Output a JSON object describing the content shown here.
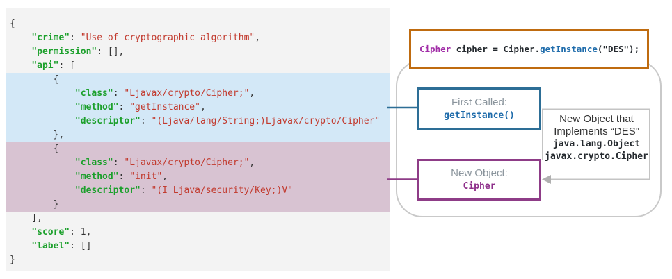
{
  "colors": {
    "panel_bg": "#f3f3f3",
    "highlight_blue": "#d3e8f7",
    "highlight_pink": "#d8c3d2",
    "json_key_green": "#1ca02c",
    "json_string_red": "#c23b2f",
    "snippet_border_orange": "#bf6b0f",
    "first_called_border_blue": "#2d6e96",
    "new_object_border_purple": "#8e3c87",
    "container_border_gray": "#c9c9c9"
  },
  "json_panel": {
    "lines": [
      {
        "hl": null,
        "tokens": [
          {
            "c": "p",
            "t": "{"
          }
        ]
      },
      {
        "hl": null,
        "tokens": [
          {
            "c": "p",
            "t": "    "
          },
          {
            "c": "k",
            "t": "\"crime\""
          },
          {
            "c": "p",
            "t": ": "
          },
          {
            "c": "s",
            "t": "\"Use of cryptographic algorithm\""
          },
          {
            "c": "p",
            "t": ","
          }
        ]
      },
      {
        "hl": null,
        "tokens": [
          {
            "c": "p",
            "t": "    "
          },
          {
            "c": "k",
            "t": "\"permission\""
          },
          {
            "c": "p",
            "t": ": [],"
          }
        ]
      },
      {
        "hl": null,
        "tokens": [
          {
            "c": "p",
            "t": "    "
          },
          {
            "c": "k",
            "t": "\"api\""
          },
          {
            "c": "p",
            "t": ": ["
          }
        ]
      },
      {
        "hl": "blue",
        "tokens": [
          {
            "c": "p",
            "t": "        {"
          }
        ]
      },
      {
        "hl": "blue",
        "tokens": [
          {
            "c": "p",
            "t": "            "
          },
          {
            "c": "k",
            "t": "\"class\""
          },
          {
            "c": "p",
            "t": ": "
          },
          {
            "c": "s",
            "t": "\"Ljavax/crypto/Cipher;\""
          },
          {
            "c": "p",
            "t": ","
          }
        ]
      },
      {
        "hl": "blue",
        "tokens": [
          {
            "c": "p",
            "t": "            "
          },
          {
            "c": "k",
            "t": "\"method\""
          },
          {
            "c": "p",
            "t": ": "
          },
          {
            "c": "s",
            "t": "\"getInstance\""
          },
          {
            "c": "p",
            "t": ","
          }
        ]
      },
      {
        "hl": "blue",
        "tokens": [
          {
            "c": "p",
            "t": "            "
          },
          {
            "c": "k",
            "t": "\"descriptor\""
          },
          {
            "c": "p",
            "t": ": "
          },
          {
            "c": "s",
            "t": "\"(Ljava/lang/String;)Ljavax/crypto/Cipher\""
          }
        ]
      },
      {
        "hl": "blue",
        "tokens": [
          {
            "c": "p",
            "t": "        },"
          }
        ]
      },
      {
        "hl": "pink",
        "tokens": [
          {
            "c": "p",
            "t": "        {"
          }
        ]
      },
      {
        "hl": "pink",
        "tokens": [
          {
            "c": "p",
            "t": "            "
          },
          {
            "c": "k",
            "t": "\"class\""
          },
          {
            "c": "p",
            "t": ": "
          },
          {
            "c": "s",
            "t": "\"Ljavax/crypto/Cipher;\""
          },
          {
            "c": "p",
            "t": ","
          }
        ]
      },
      {
        "hl": "pink",
        "tokens": [
          {
            "c": "p",
            "t": "            "
          },
          {
            "c": "k",
            "t": "\"method\""
          },
          {
            "c": "p",
            "t": ": "
          },
          {
            "c": "s",
            "t": "\"init\""
          },
          {
            "c": "p",
            "t": ","
          }
        ]
      },
      {
        "hl": "pink",
        "tokens": [
          {
            "c": "p",
            "t": "            "
          },
          {
            "c": "k",
            "t": "\"descriptor\""
          },
          {
            "c": "p",
            "t": ": "
          },
          {
            "c": "s",
            "t": "\"(I Ljava/security/Key;)V\""
          }
        ]
      },
      {
        "hl": "pink",
        "tokens": [
          {
            "c": "p",
            "t": "        }"
          }
        ]
      },
      {
        "hl": null,
        "tokens": [
          {
            "c": "p",
            "t": "    ],"
          }
        ]
      },
      {
        "hl": null,
        "tokens": [
          {
            "c": "p",
            "t": "    "
          },
          {
            "c": "k",
            "t": "\"score\""
          },
          {
            "c": "p",
            "t": ": "
          },
          {
            "c": "n",
            "t": "1"
          },
          {
            "c": "p",
            "t": ","
          }
        ]
      },
      {
        "hl": null,
        "tokens": [
          {
            "c": "p",
            "t": "    "
          },
          {
            "c": "k",
            "t": "\"label\""
          },
          {
            "c": "p",
            "t": ": []"
          }
        ]
      },
      {
        "hl": null,
        "tokens": [
          {
            "c": "p",
            "t": "}"
          }
        ]
      }
    ]
  },
  "diagram": {
    "snippet": {
      "tokens": [
        {
          "c": "type",
          "t": "Cipher"
        },
        {
          "c": "plain",
          "t": " cipher = Cipher."
        },
        {
          "c": "method",
          "t": "getInstance"
        },
        {
          "c": "plain",
          "t": "(\"DES\");"
        }
      ]
    },
    "first_called_box": {
      "title": "First Called:",
      "method": "getInstance()"
    },
    "new_object_box": {
      "title": "New Object:",
      "class_name": "Cipher"
    },
    "info_box": {
      "line1": "New Object that",
      "line2": "Implements “DES”",
      "mono1": "java.lang.Object",
      "mono2": "javax.crypto.Cipher"
    }
  }
}
